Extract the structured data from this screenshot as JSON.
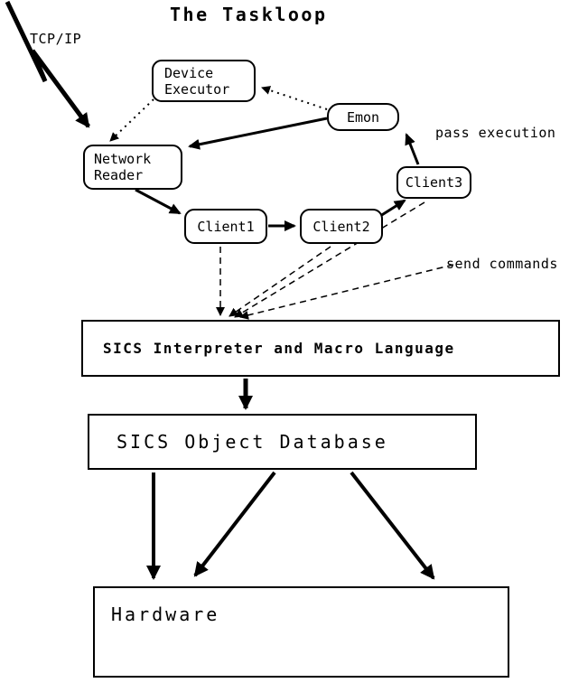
{
  "title": "The Taskloop",
  "annotations": {
    "tcpip": "TCP/IP",
    "pass_execution": "pass execution",
    "send_commands": "send commands"
  },
  "nodes": {
    "device_executor": "Device\nExecutor",
    "emon": "Emon",
    "network_reader": "Network\nReader",
    "client1": "Client1",
    "client2": "Client2",
    "client3": "Client3",
    "interpreter": "SICS Interpreter and Macro Language",
    "database": "SICS Object Database",
    "hardware": "Hardware"
  },
  "edges": [
    {
      "from": "TCP/IP",
      "to": "network_reader",
      "style": "bold-zigzag"
    },
    {
      "from": "device_executor",
      "to": "network_reader",
      "style": "dotted"
    },
    {
      "from": "emon",
      "to": "device_executor",
      "style": "dotted"
    },
    {
      "from": "emon",
      "to": "network_reader",
      "style": "solid"
    },
    {
      "from": "network_reader",
      "to": "client1",
      "style": "solid"
    },
    {
      "from": "client1",
      "to": "client2",
      "style": "solid"
    },
    {
      "from": "client2",
      "to": "client3",
      "style": "solid"
    },
    {
      "from": "client3",
      "to": "emon",
      "style": "solid",
      "label": "pass execution"
    },
    {
      "from": "client1",
      "to": "interpreter",
      "style": "dashed",
      "label": "send commands"
    },
    {
      "from": "client2",
      "to": "interpreter",
      "style": "dashed",
      "label": "send commands"
    },
    {
      "from": "client3",
      "to": "interpreter",
      "style": "dashed",
      "label": "send commands"
    },
    {
      "from": "interpreter",
      "to": "database",
      "style": "solid"
    },
    {
      "from": "database",
      "to": "hardware",
      "style": "solid"
    },
    {
      "from": "database",
      "to": "hardware",
      "style": "solid"
    },
    {
      "from": "database",
      "to": "hardware",
      "style": "solid"
    }
  ]
}
